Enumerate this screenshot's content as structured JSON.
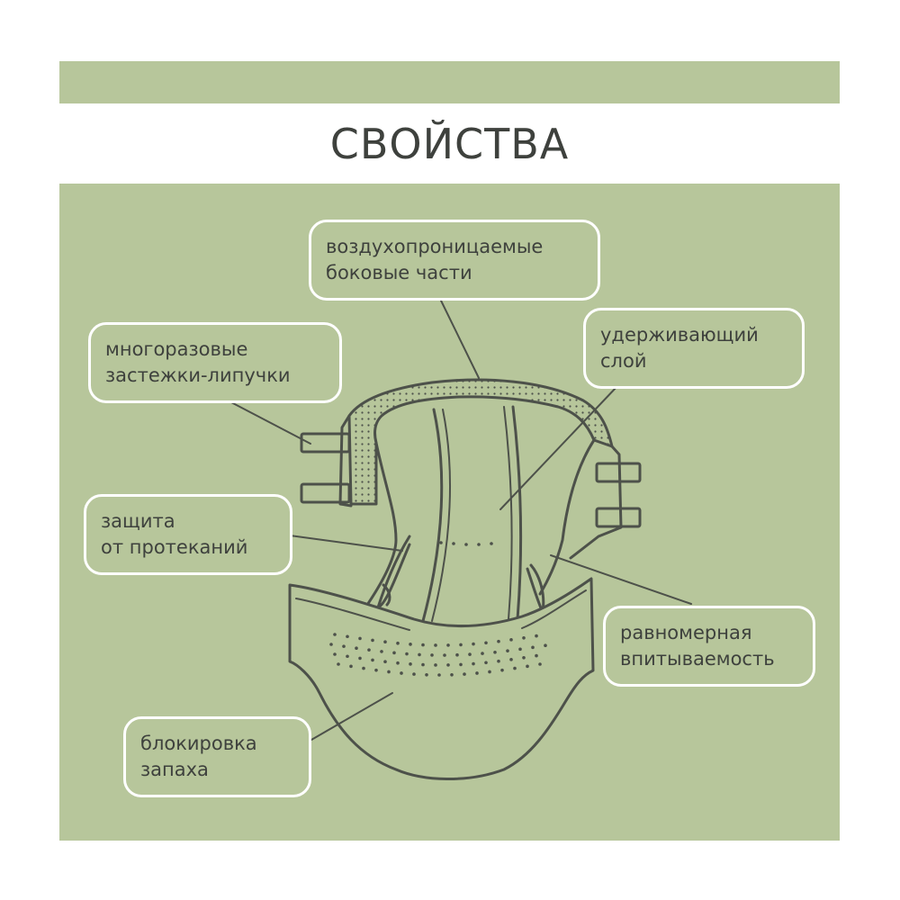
{
  "title": "СВОЙСТВА",
  "colors": {
    "panel": "#b7c69b",
    "ink": "#4d514a",
    "text": "#3e413d",
    "label_border": "#ffffff",
    "background": "#ffffff"
  },
  "labels": {
    "breathable_sides": {
      "line1": "воздухопроницаемые",
      "line2": "боковые части"
    },
    "retaining_layer": {
      "line1": "удерживающий",
      "line2": "слой"
    },
    "reusable_fasteners": {
      "line1": "многоразовые",
      "line2": "застежки-липучки"
    },
    "leak_protection": {
      "line1": "защита",
      "line2": "от протеканий"
    },
    "even_absorption": {
      "line1": "равномерная",
      "line2": "впитываемость"
    },
    "odor_blocking": {
      "line1": "блокировка",
      "line2": "запаха"
    }
  }
}
